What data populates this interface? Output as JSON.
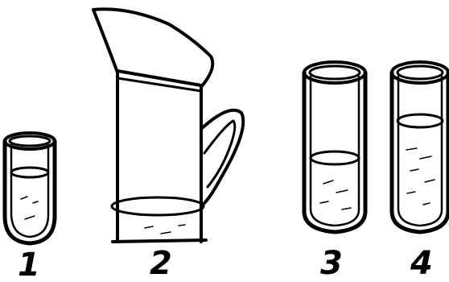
{
  "labels": {
    "vessel_1": "1",
    "vessel_2": "2",
    "vessel_3": "3",
    "vessel_4": "4"
  },
  "colors": {
    "stroke": "#000000",
    "background": "#ffffff"
  }
}
